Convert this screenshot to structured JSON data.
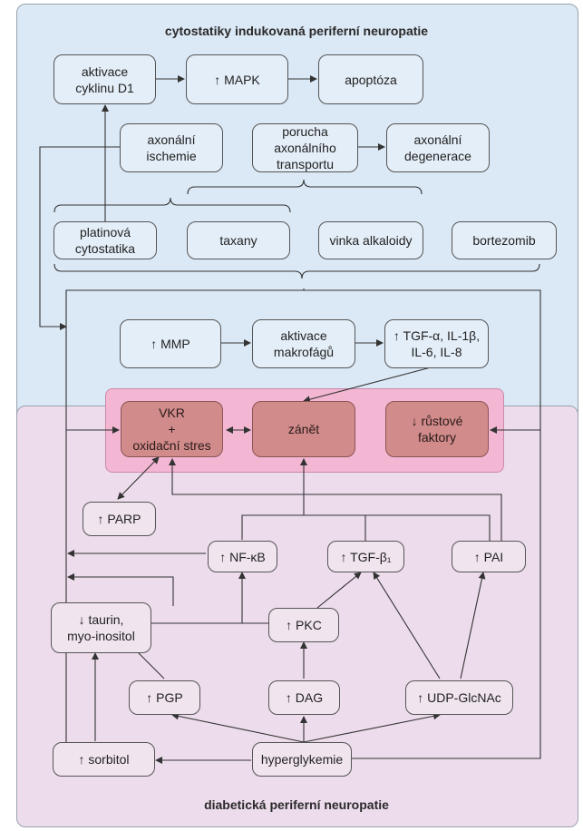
{
  "regions": {
    "top_title": "cytostatiky indukovaná periferní neuropatie",
    "bottom_title": "diabetická periferní neuropatie"
  },
  "nodes": {
    "cyclin": "aktivace\ncyklinu D1",
    "mapk": "↑ MAPK",
    "apoptosis": "apoptóza",
    "ischemia": "axonální\nischemie",
    "transport": "porucha\naxonálního\ntransportu",
    "degeneration": "axonální\ndegenerace",
    "platinum": "platinová\ncytostatika",
    "taxanes": "taxany",
    "vinca": "vinka alkaloidy",
    "bortezomib": "bortezomib",
    "mmp": "↑ MMP",
    "macrophages": "aktivace\nmakrofágů",
    "cytokines": "↑ TGF-α, IL-1β,\nIL-6,  IL-8",
    "ros": "VKR\n+\noxidační stres",
    "inflammation": "zánět",
    "growth_factors": "↓ růstové\nfaktory",
    "parp": "↑ PARP",
    "nfkb": "↑ NF-κB",
    "tgfb": "↑ TGF-β₁",
    "pai": "↑ PAI",
    "taurine": "↓ taurin,\nmyo-inositol",
    "pkc": "↑ PKC",
    "pgp": "↑ PGP",
    "dag": "↑ DAG",
    "udp": "↑ UDP-GlcNAc",
    "sorbitol": "↑ sorbitol",
    "hyperglycemia": "hyperglykemie"
  },
  "colors": {
    "top_region": "#dbe8f5",
    "bottom_region": "#eddcec",
    "inflammation_band": "#f3b7d3",
    "core_box": "#d08b8a"
  }
}
